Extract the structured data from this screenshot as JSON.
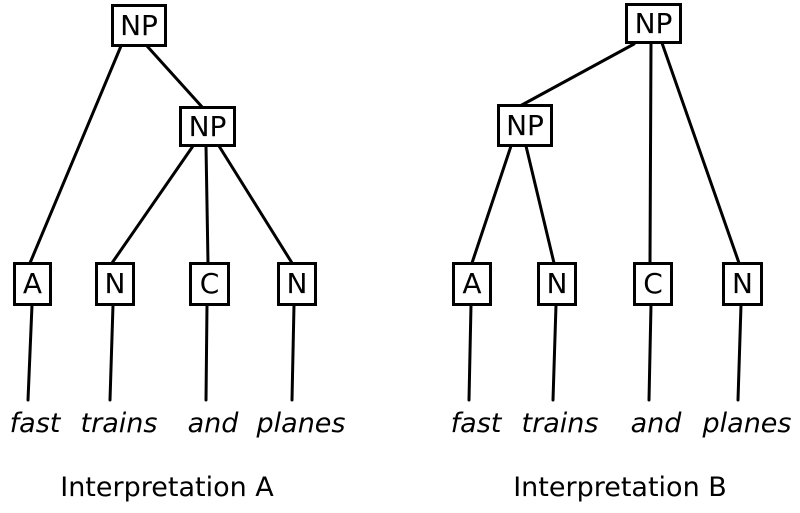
{
  "figure": {
    "colors": {
      "background": "#ffffff",
      "stroke": "#000000",
      "text": "#000000"
    }
  },
  "trees": [
    {
      "caption": "Interpretation A",
      "root": {
        "label": "NP",
        "children": [
          "A",
          "NP"
        ]
      },
      "inner": {
        "label": "NP",
        "children": [
          "N",
          "C",
          "N"
        ]
      },
      "leaves": [
        {
          "label": "A",
          "word": "fast",
          "parent": "root"
        },
        {
          "label": "N",
          "word": "trains",
          "parent": "inner"
        },
        {
          "label": "C",
          "word": "and",
          "parent": "inner"
        },
        {
          "label": "N",
          "word": "planes",
          "parent": "inner"
        }
      ]
    },
    {
      "caption": "Interpretation B",
      "root": {
        "label": "NP",
        "children": [
          "NP",
          "C",
          "N"
        ]
      },
      "inner": {
        "label": "NP",
        "children": [
          "A",
          "N"
        ]
      },
      "leaves": [
        {
          "label": "A",
          "word": "fast",
          "parent": "inner"
        },
        {
          "label": "N",
          "word": "trains",
          "parent": "inner"
        },
        {
          "label": "C",
          "word": "and",
          "parent": "root"
        },
        {
          "label": "N",
          "word": "planes",
          "parent": "root"
        }
      ]
    }
  ]
}
